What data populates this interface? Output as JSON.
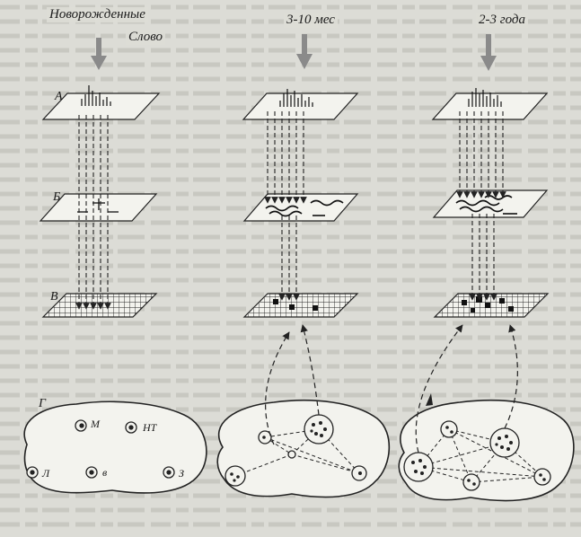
{
  "headings": {
    "newborn": "Новорожденные",
    "word": "Слово",
    "age_3_10": "3-10 мес",
    "age_2_3": "2-3 года"
  },
  "row_labels": {
    "a": "А",
    "b": "Б",
    "v": "В",
    "g": "Г"
  },
  "region_labels": {
    "m": "М",
    "nt": "НТ",
    "l": "Л",
    "v": "в",
    "z": "З"
  },
  "colors": {
    "ink": "#2a2a2a",
    "paper": "#dcdcd6",
    "arrow": "#8a8a8a"
  }
}
